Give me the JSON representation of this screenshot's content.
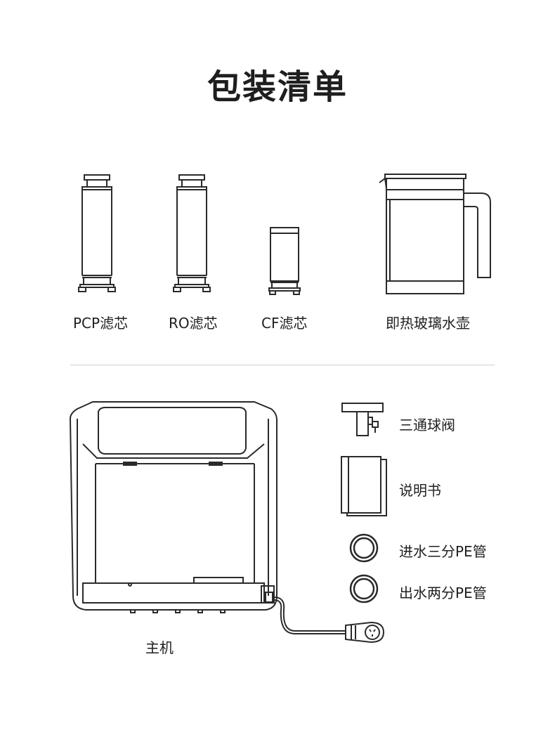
{
  "title": "包装清单",
  "items": {
    "pcp_filter": "PCP滤芯",
    "ro_filter": "RO滤芯",
    "cf_filter": "CF滤芯",
    "glass_kettle": "即热玻璃水壶",
    "three_way_valve": "三通球阀",
    "manual": "说明书",
    "inlet_pipe": "进水三分PE管",
    "outlet_pipe": "出水两分PE管",
    "main_unit": "主机"
  },
  "icons": {
    "pcp_filter": "filter-cartridge-icon",
    "ro_filter": "filter-cartridge-icon",
    "cf_filter": "short-filter-cartridge-icon",
    "glass_kettle": "kettle-icon",
    "three_way_valve": "ball-valve-icon",
    "manual": "booklet-icon",
    "inlet_pipe": "ring-icon",
    "outlet_pipe": "ring-icon",
    "main_unit": "water-purifier-icon"
  },
  "colors": {
    "line": "#2a2a2a",
    "divider": "#cfcfcf",
    "text": "#1f1f1f"
  }
}
